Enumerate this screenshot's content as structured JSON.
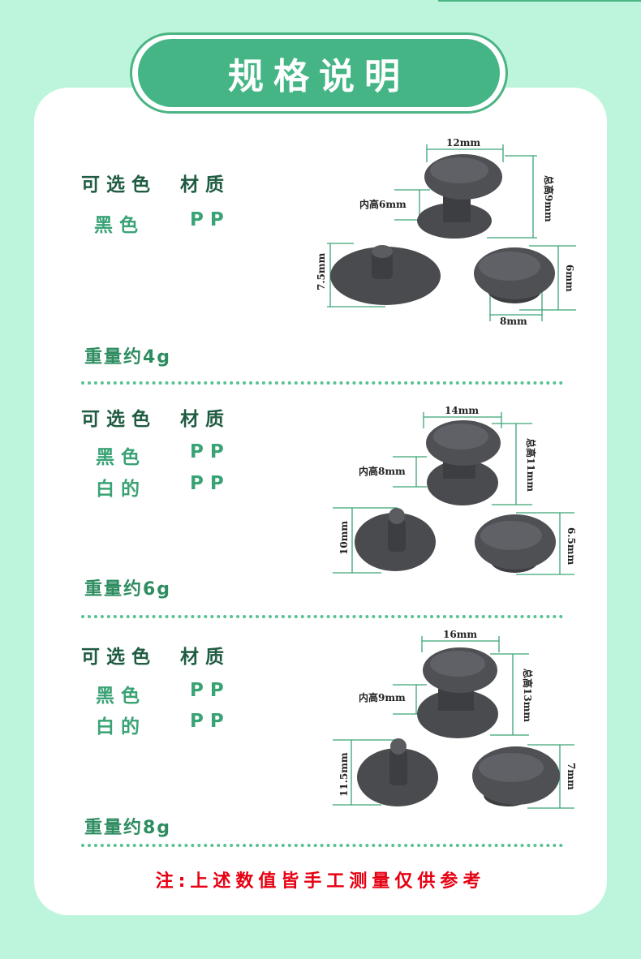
{
  "header": {
    "title": "规格说明"
  },
  "sections": [
    {
      "label_color": "可选色",
      "label_material": "材质",
      "options": [
        {
          "color": "黑色",
          "material": "PP"
        }
      ],
      "weight": "重量约4g",
      "dims": {
        "diameter": "12mm",
        "inner": "内高6mm",
        "total": "总高9mm",
        "stem": "7.5mm",
        "cap": "6mm",
        "base": "8mm"
      }
    },
    {
      "label_color": "可选色",
      "label_material": "材质",
      "options": [
        {
          "color": "黑色",
          "material": "PP"
        },
        {
          "color": "白的",
          "material": "PP"
        }
      ],
      "weight": "重量约6g",
      "dims": {
        "diameter": "14mm",
        "inner": "内高8mm",
        "total": "总高11mm",
        "stem": "10mm",
        "cap": "6.5mm"
      }
    },
    {
      "label_color": "可选色",
      "label_material": "材质",
      "options": [
        {
          "color": "黑色",
          "material": "PP"
        },
        {
          "color": "白的",
          "material": "PP"
        }
      ],
      "weight": "重量约8g",
      "dims": {
        "diameter": "16mm",
        "inner": "内高9mm",
        "total": "总高13mm",
        "stem": "11.5mm",
        "cap": "7mm"
      }
    }
  ],
  "footer": {
    "note": "注:上述数值皆手工测量仅供参考"
  },
  "colors": {
    "background": "#bdf5dc",
    "banner": "#45b586",
    "dimension_line": "#3aa375",
    "part": "#4a4b4f",
    "note": "#e60012"
  }
}
